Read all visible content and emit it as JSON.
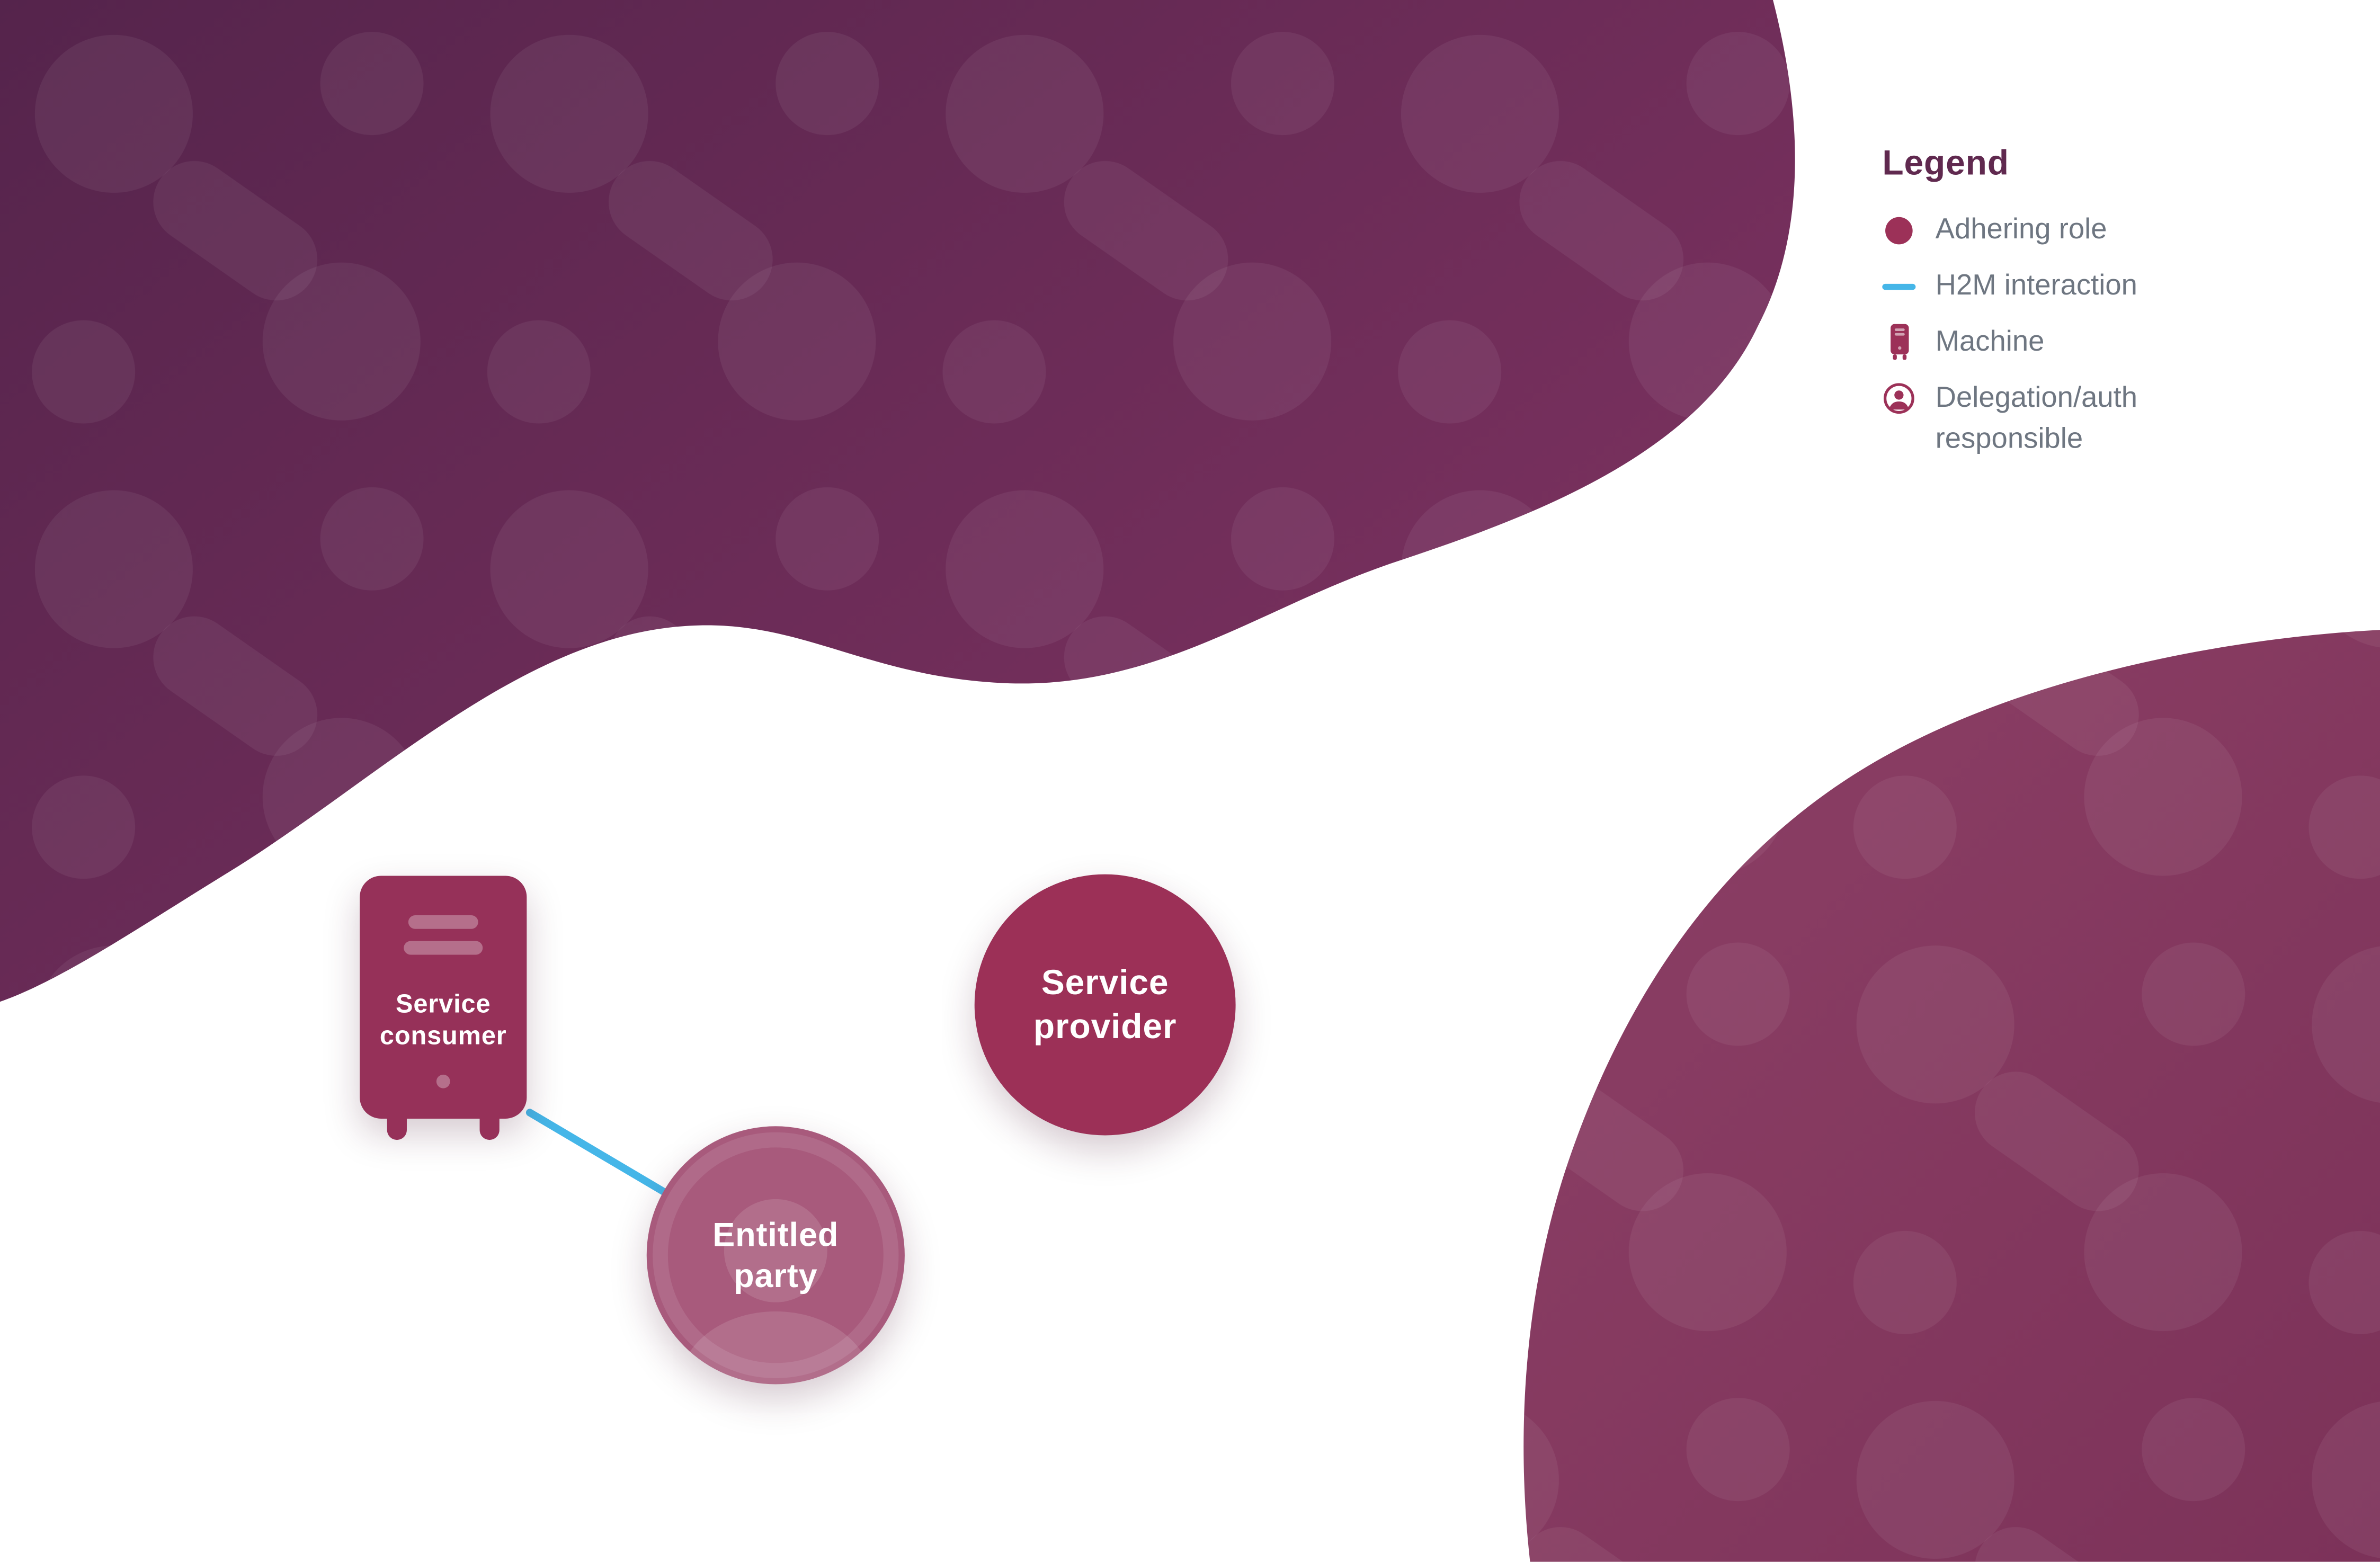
{
  "legend": {
    "title": "Legend",
    "items": [
      {
        "id": "adhering-role",
        "label": "Adhering role"
      },
      {
        "id": "h2m-interaction",
        "label": "H2M interaction"
      },
      {
        "id": "machine",
        "label": "Machine"
      },
      {
        "id": "delegation",
        "label": "Delegation/auth responsible"
      }
    ]
  },
  "diagram": {
    "nodes": [
      {
        "id": "service-consumer",
        "label": "Service consumer",
        "kind": "machine"
      },
      {
        "id": "entitled-party",
        "label": "Entitled party",
        "kind": "delegation-auth-responsible"
      },
      {
        "id": "service-provider",
        "label": "Service provider",
        "kind": "adhering-role"
      }
    ],
    "edges": [
      {
        "from": "service-consumer",
        "to": "entitled-party",
        "kind": "h2m-interaction"
      }
    ]
  },
  "colors": {
    "accent_blue": "#45b6e8",
    "adhering_role_fill": "#9c3057",
    "entitled_party_fill": "#a85a7c",
    "blob_dark": "#5e2751",
    "blob_light": "#8a3f66",
    "legend_title": "#60294f",
    "legend_text": "#6e7681"
  }
}
